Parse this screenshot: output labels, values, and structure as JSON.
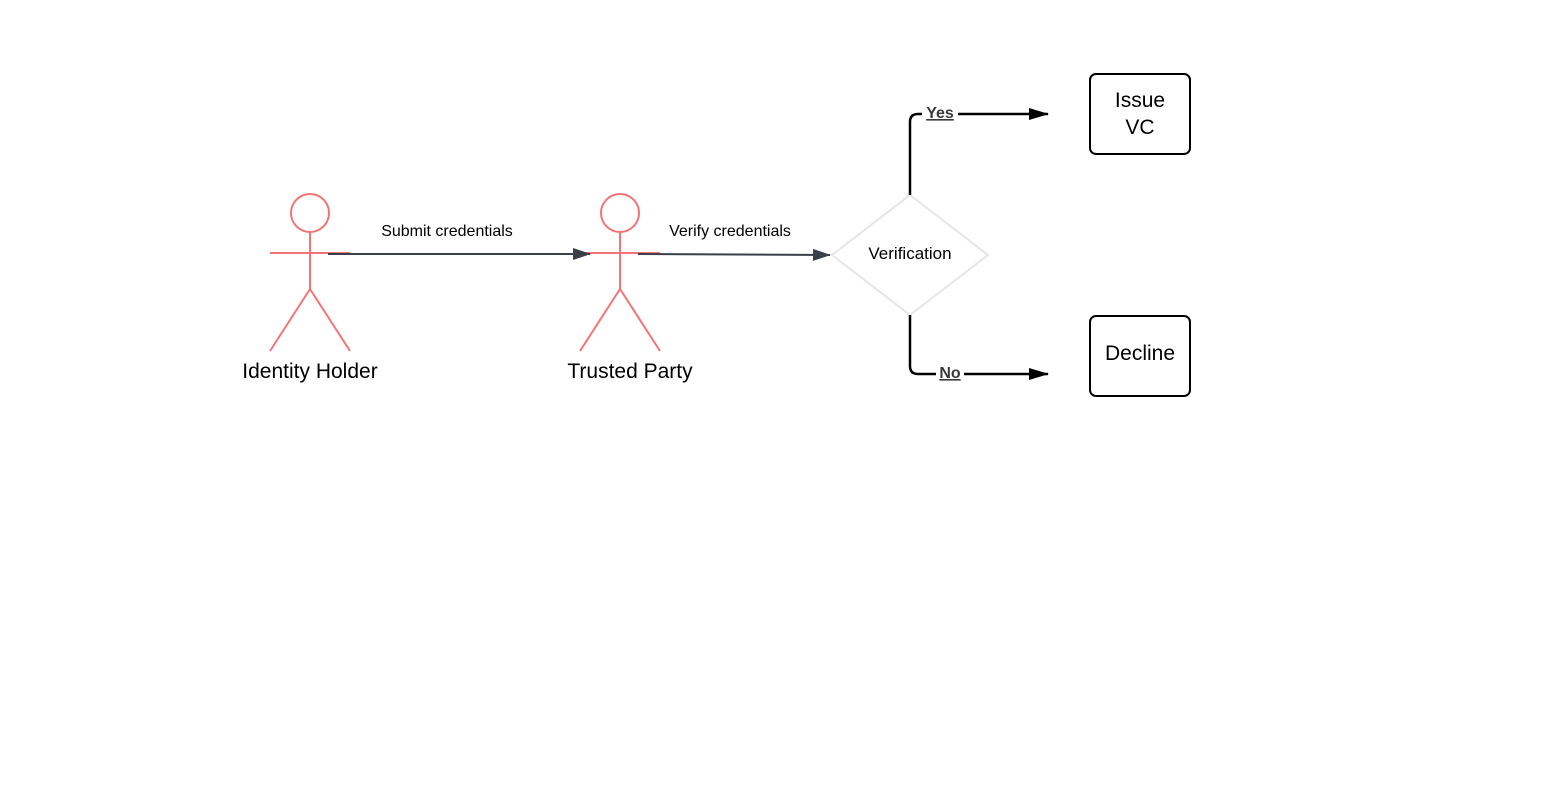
{
  "colors": {
    "actor": "#f27474",
    "edge": "#3a3f4a",
    "branch": "#000000",
    "decision_border": "#e6e6e6",
    "box_border": "#000000"
  },
  "actors": {
    "identity_holder": {
      "label": "Identity Holder"
    },
    "trusted_party": {
      "label": "Trusted Party"
    }
  },
  "edges": {
    "submit": {
      "label": "Submit credentials"
    },
    "verify": {
      "label": "Verify credentials"
    }
  },
  "decision": {
    "label": "Verification",
    "yes_label": "Yes",
    "no_label": "No"
  },
  "outcomes": {
    "issue": {
      "line1": "Issue",
      "line2": "VC"
    },
    "decline": {
      "label": "Decline"
    }
  }
}
